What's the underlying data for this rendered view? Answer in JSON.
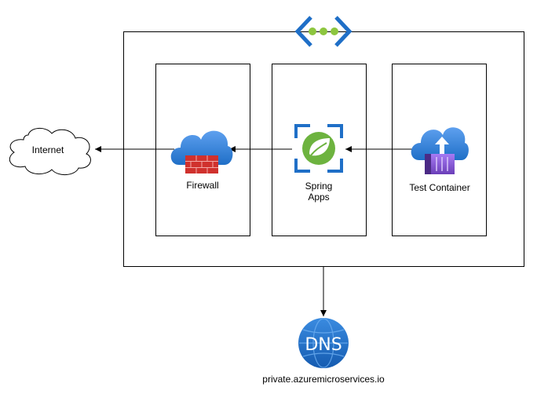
{
  "diagram": {
    "internet": {
      "label": "Internet",
      "icon": "cloud-outline-icon"
    },
    "vnet": {
      "icon": "virtual-network-icon"
    },
    "firewall": {
      "label": "Firewall",
      "icon": "azure-firewall-icon"
    },
    "spring_apps": {
      "label_line1": "Spring",
      "label_line2": "Apps",
      "icon": "spring-apps-icon"
    },
    "test_container": {
      "label": "Test Container",
      "icon": "container-instance-icon"
    },
    "dns": {
      "icon_text": "DNS",
      "label": "private.azuremicroservices.io",
      "icon": "dns-zone-icon"
    },
    "colors": {
      "azure_blue": "#1F6FC7",
      "azure_light_blue": "#5EA0EF",
      "firewall_red": "#D0312D",
      "spring_green": "#6DB33F",
      "container_purple": "#8C5CD8",
      "vnet_green": "#8DC63F"
    }
  }
}
